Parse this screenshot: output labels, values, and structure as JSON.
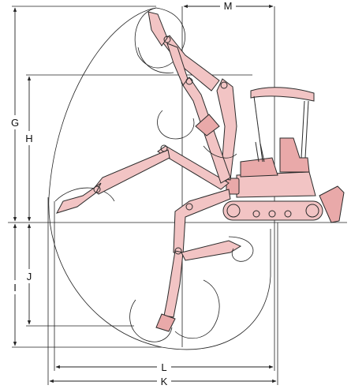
{
  "diagram": {
    "labels": {
      "M": "M",
      "G": "G",
      "H": "H",
      "I": "I",
      "J": "J",
      "L": "L",
      "K": "K"
    },
    "colors": {
      "machine_fill": "#f2c4c4",
      "machine_fill_dark": "#e9a9a9",
      "line": "#222222"
    }
  }
}
